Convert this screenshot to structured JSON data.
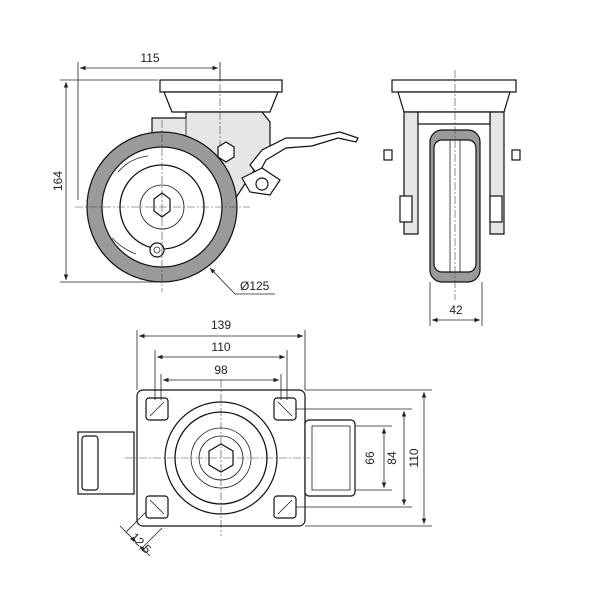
{
  "colors": {
    "line": "#111111",
    "tire": "#9a9a9a",
    "bracket": "#e6e6e6",
    "paper": "#ffffff"
  },
  "dimensions": {
    "top_plate_width": "115",
    "total_height": "164",
    "wheel_diameter": "Ø125",
    "wheel_width": "42",
    "plate_width": "139",
    "hole_spacing_long": "110",
    "hole_spacing_short": "98",
    "slot_dim_66": "66",
    "slot_dim_84": "84",
    "plate_length": "110",
    "bolt_hole": "12,5"
  }
}
